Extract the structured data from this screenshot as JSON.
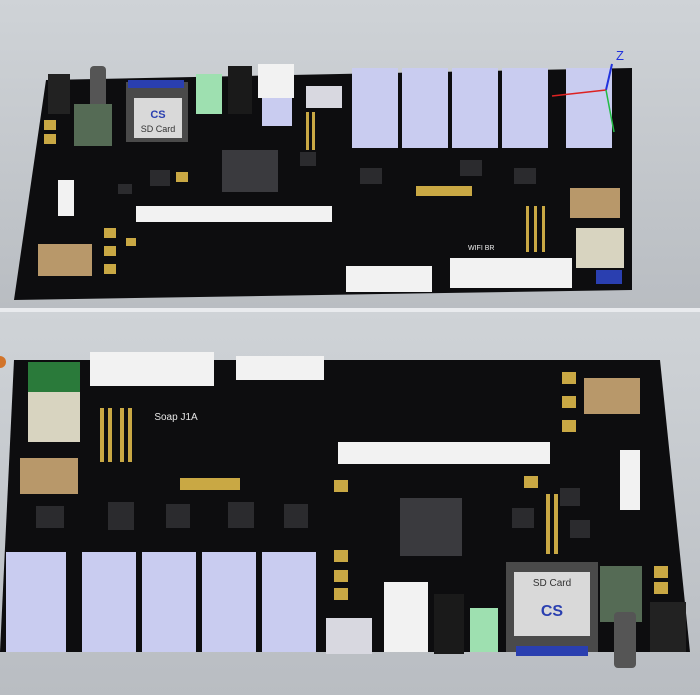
{
  "top_view": {
    "sd_card_text": "SD Card",
    "sd_logo_text": "CS",
    "axis_z": "Z",
    "chip_text": "WIFI BR"
  },
  "bottom_view": {
    "sd_card_text": "SD Card",
    "sd_logo_text": "CS",
    "silkscreen_label": "Soap J1A"
  },
  "colors": {
    "pcb": "#0d0d0f",
    "rj45": "#c9ccf0",
    "pad": "#c9a844",
    "gold_module": "#b8986a",
    "white_connector": "#f2f2f2",
    "green_jack": "#9ee0b0"
  }
}
